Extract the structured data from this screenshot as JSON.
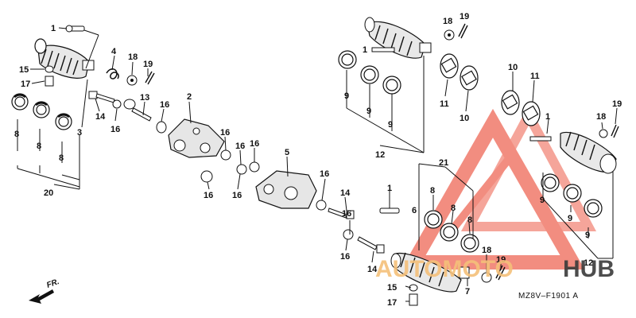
{
  "diagram_code": "MZ8V–F1901 A",
  "front_label": "FR.",
  "watermark": {
    "word1": "AUTOMOTO",
    "word2": "HUB",
    "color_accent": "#f07a6a",
    "color_orange": "#f5c07a",
    "color_dark": "#3a3a3a"
  },
  "callouts": [
    {
      "id": "c1a",
      "text": "1"
    },
    {
      "id": "c4",
      "text": "4"
    },
    {
      "id": "c18a",
      "text": "18"
    },
    {
      "id": "c19a",
      "text": "19"
    },
    {
      "id": "c15a",
      "text": "15"
    },
    {
      "id": "c17a",
      "text": "17"
    },
    {
      "id": "c8a",
      "text": "8"
    },
    {
      "id": "c8b",
      "text": "8"
    },
    {
      "id": "c8c",
      "text": "8"
    },
    {
      "id": "c3",
      "text": "3"
    },
    {
      "id": "c20",
      "text": "20"
    },
    {
      "id": "c14a",
      "text": "14"
    },
    {
      "id": "c16a",
      "text": "16"
    },
    {
      "id": "c13",
      "text": "13"
    },
    {
      "id": "c16b",
      "text": "16"
    },
    {
      "id": "c2",
      "text": "2"
    },
    {
      "id": "c16c",
      "text": "16"
    },
    {
      "id": "c16d",
      "text": "16"
    },
    {
      "id": "c16e",
      "text": "16"
    },
    {
      "id": "c16f",
      "text": "16"
    },
    {
      "id": "c16g",
      "text": "16"
    },
    {
      "id": "c5",
      "text": "5"
    },
    {
      "id": "c16h",
      "text": "16"
    },
    {
      "id": "c14b",
      "text": "14"
    },
    {
      "id": "c16i",
      "text": "16"
    },
    {
      "id": "c16j",
      "text": "16"
    },
    {
      "id": "c14c",
      "text": "14"
    },
    {
      "id": "c18b",
      "text": "18"
    },
    {
      "id": "c19b",
      "text": "19"
    },
    {
      "id": "c1b",
      "text": "1"
    },
    {
      "id": "c9a",
      "text": "9"
    },
    {
      "id": "c9b",
      "text": "9"
    },
    {
      "id": "c9c",
      "text": "9"
    },
    {
      "id": "c12a",
      "text": "12"
    },
    {
      "id": "c11a",
      "text": "11"
    },
    {
      "id": "c10a",
      "text": "10"
    },
    {
      "id": "c10b",
      "text": "10"
    },
    {
      "id": "c11b",
      "text": "11"
    },
    {
      "id": "c1c",
      "text": "1"
    },
    {
      "id": "c18c",
      "text": "18"
    },
    {
      "id": "c19c",
      "text": "19"
    },
    {
      "id": "c21",
      "text": "21"
    },
    {
      "id": "c8d",
      "text": "8"
    },
    {
      "id": "c8e",
      "text": "8"
    },
    {
      "id": "c8f",
      "text": "8"
    },
    {
      "id": "c6",
      "text": "6"
    },
    {
      "id": "c1d",
      "text": "1"
    },
    {
      "id": "c9d",
      "text": "9"
    },
    {
      "id": "c9e",
      "text": "9"
    },
    {
      "id": "c9f",
      "text": "9"
    },
    {
      "id": "c12b",
      "text": "12"
    },
    {
      "id": "c18d",
      "text": "18"
    },
    {
      "id": "c19d",
      "text": "19"
    },
    {
      "id": "c15b",
      "text": "15"
    },
    {
      "id": "c17b",
      "text": "17"
    },
    {
      "id": "c7",
      "text": "7"
    }
  ]
}
